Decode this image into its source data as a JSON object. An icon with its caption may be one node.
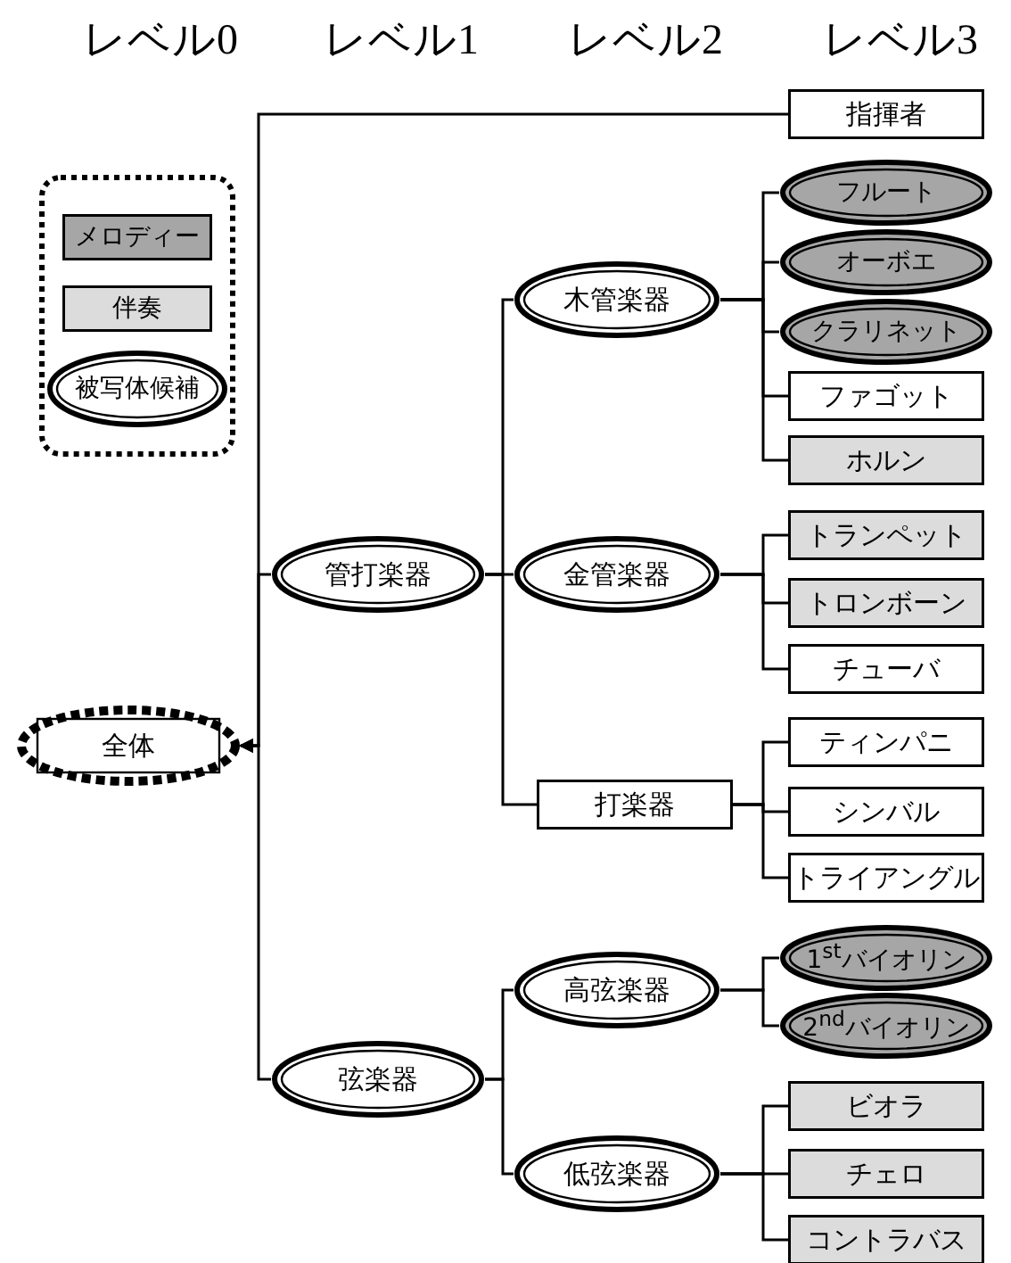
{
  "diagram": {
    "nodes": [
      {
        "text": [
          "全体"
        ]
      },
      {
        "text": [
          "指揮者"
        ]
      },
      {
        "text": [
          "管打楽器"
        ]
      },
      {
        "text": [
          "木管楽器"
        ]
      },
      {
        "text": [
          "フルート"
        ]
      },
      {
        "text": [
          "オーボエ"
        ]
      },
      {
        "text": [
          "クラリネット"
        ]
      },
      {
        "text": [
          "ファゴット"
        ]
      },
      {
        "text": [
          "ホルン"
        ]
      },
      {
        "text": [
          "金管楽器"
        ]
      },
      {
        "text": [
          "トランペット"
        ]
      },
      {
        "text": [
          "トロンボーン"
        ]
      },
      {
        "text": [
          "チューバ"
        ]
      },
      {
        "text": [
          "打楽器"
        ]
      },
      {
        "text": [
          "ティンパニ"
        ]
      },
      {
        "text": [
          "シンバル"
        ]
      },
      {
        "text": [
          "トライアングル"
        ]
      },
      {
        "text": [
          "弦楽器"
        ]
      },
      {
        "text": [
          "高弦楽器"
        ]
      },
      {
        "text": [
          "1$^{st}$バイオリン"
        ]
      },
      {
        "text": [
          "2$^{nd}$バイオリン"
        ]
      },
      {
        "text": [
          "低弦楽器"
        ]
      },
      {
        "text": [
          "ビオラ"
        ]
      },
      {
        "text": [
          "チェロ"
        ]
      },
      {
        "text": [
          "コントラバス"
        ]
      }
    ],
    "edges": [
      {
        "from": 1,
        "to": 0,
        "arrow": "to"
      },
      {
        "from": 2,
        "to": 0,
        "arrow": "to"
      },
      {
        "from": 17,
        "to": 0,
        "arrow": "to"
      },
      {
        "from": 2,
        "to": 3,
        "arrow": "none"
      },
      {
        "from": 2,
        "to": 9,
        "arrow": "none"
      },
      {
        "from": 2,
        "to": 13,
        "arrow": "none"
      },
      {
        "from": 3,
        "to": 4,
        "arrow": "none"
      },
      {
        "from": 3,
        "to": 5,
        "arrow": "none"
      },
      {
        "from": 3,
        "to": 6,
        "arrow": "none"
      },
      {
        "from": 3,
        "to": 7,
        "arrow": "none"
      },
      {
        "from": 3,
        "to": 8,
        "arrow": "none"
      },
      {
        "from": 9,
        "to": 10,
        "arrow": "none"
      },
      {
        "from": 9,
        "to": 11,
        "arrow": "none"
      },
      {
        "from": 9,
        "to": 12,
        "arrow": "none"
      },
      {
        "from": 13,
        "to": 14,
        "arrow": "none"
      },
      {
        "from": 13,
        "to": 15,
        "arrow": "none"
      },
      {
        "from": 13,
        "to": 16,
        "arrow": "none"
      },
      {
        "from": 17,
        "to": 18,
        "arrow": "none"
      },
      {
        "from": 17,
        "to": 21,
        "arrow": "none"
      },
      {
        "from": 18,
        "to": 19,
        "arrow": "none"
      },
      {
        "from": 18,
        "to": 20,
        "arrow": "none"
      },
      {
        "from": 21,
        "to": 22,
        "arrow": "none"
      },
      {
        "from": 21,
        "to": 23,
        "arrow": "none"
      },
      {
        "from": 21,
        "to": 24,
        "arrow": "none"
      }
    ],
    "labels": [
      "レベル0",
      "レベル1",
      "レベル2",
      "レベル3"
    ],
    "legend": [
      {
        "text": "メロディー",
        "color": "#a6a6a6"
      },
      {
        "text": "伴奏",
        "color": "#dcdcdc"
      },
      {
        "text": "被写体候補"
      }
    ]
  }
}
